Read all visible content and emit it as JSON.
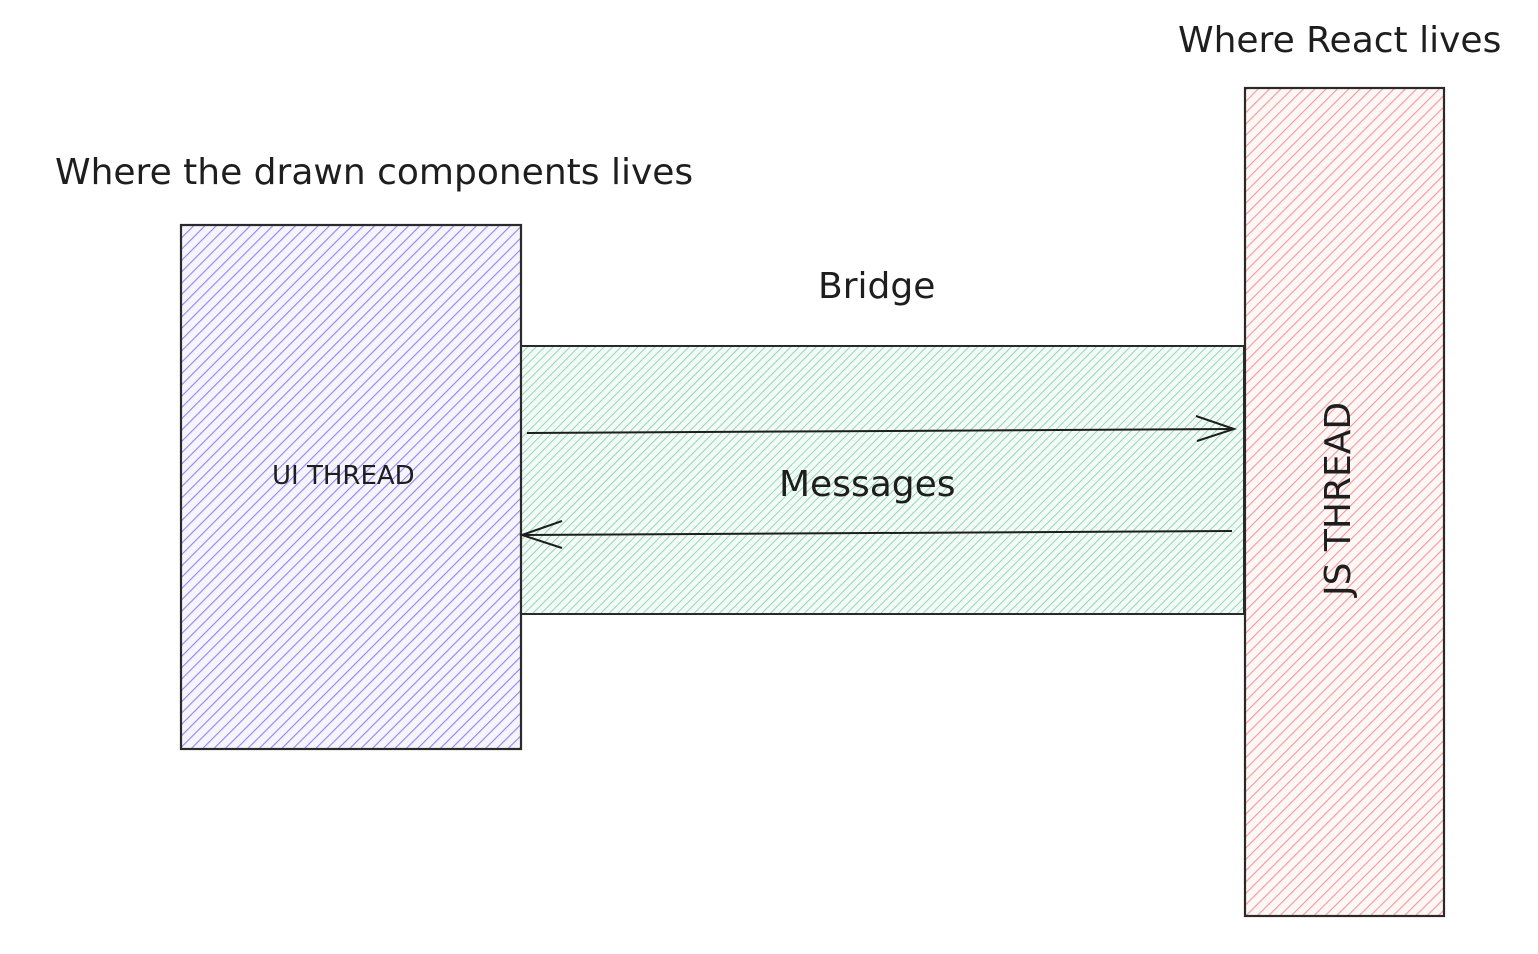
{
  "labels": {
    "ui_area": "Where the drawn components lives",
    "react_area": "Where React lives",
    "bridge": "Bridge",
    "messages": "Messages"
  },
  "nodes": {
    "ui_thread": {
      "label": "UI THREAD",
      "color": "#a99af0"
    },
    "js_thread": {
      "label": "JS THREAD",
      "color": "#f2a9a9"
    },
    "bridge": {
      "color": "#8fd3b6"
    }
  },
  "edges": [
    {
      "from": "ui_thread",
      "to": "js_thread"
    },
    {
      "from": "js_thread",
      "to": "ui_thread"
    }
  ]
}
